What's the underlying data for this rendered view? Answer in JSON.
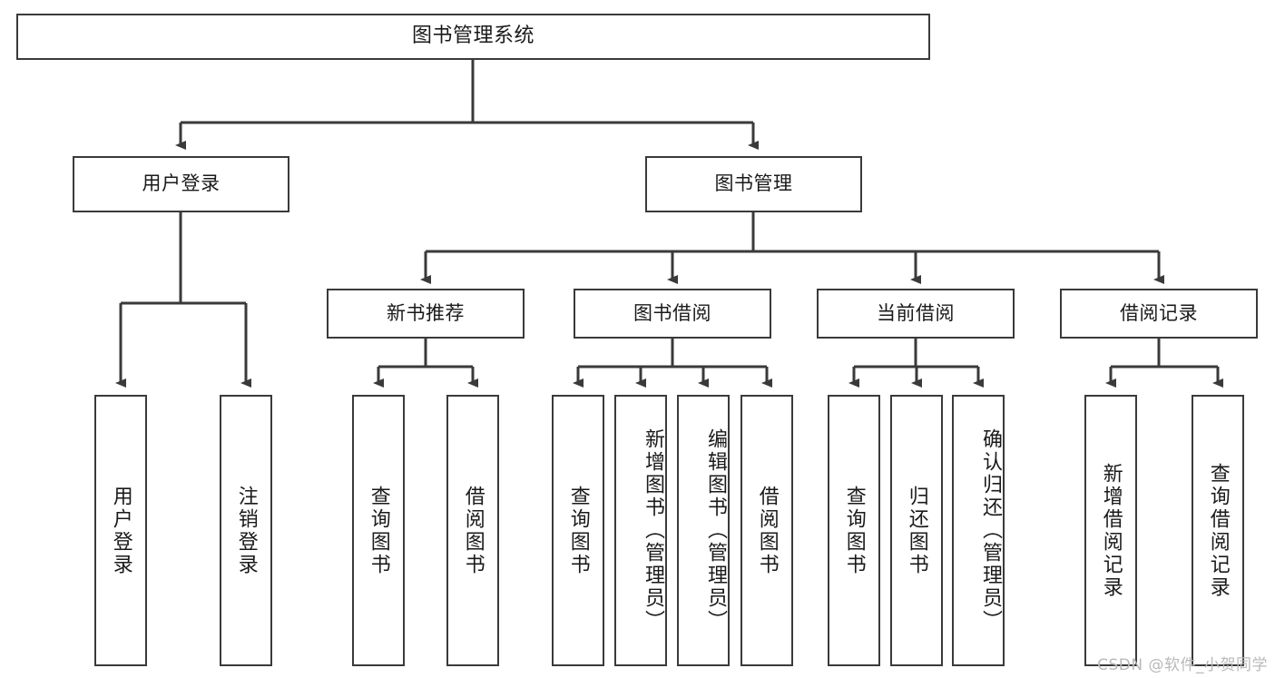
{
  "diagram": {
    "title": "图书管理系统",
    "type": "tree-hierarchy",
    "watermark": "CSDN @软件_小贺同学",
    "colors": {
      "stroke": "#3a3a3a",
      "fill": "#ffffff",
      "text": "#1a1a1a",
      "watermark": "#b9b9b9"
    },
    "levels": {
      "root": "图书管理系统",
      "level2": [
        "用户登录",
        "图书管理"
      ],
      "level3": [
        "新书推荐",
        "图书借阅",
        "当前借阅",
        "借阅记录"
      ]
    }
  },
  "nodes": {
    "root": {
      "label": "图书管理系统"
    },
    "user_login": {
      "label": "用户登录"
    },
    "book_manage": {
      "label": "图书管理"
    },
    "new_book_rec": {
      "label": "新书推荐"
    },
    "book_borrow": {
      "label": "图书借阅"
    },
    "current_borrow": {
      "label": "当前借阅"
    },
    "borrow_record": {
      "label": "借阅记录"
    },
    "leaf_user_login": {
      "label": "用户登录"
    },
    "leaf_logout": {
      "label": "注销登录"
    },
    "leaf_query_book_1": {
      "label": "查询图书"
    },
    "leaf_borrow_book_1": {
      "label": "借阅图书"
    },
    "leaf_query_book_2": {
      "label": "查询图书"
    },
    "leaf_add_book": {
      "label": "新增图书（管理员）"
    },
    "leaf_edit_book": {
      "label": "编辑图书（管理员）"
    },
    "leaf_borrow_book_2": {
      "label": "借阅图书"
    },
    "leaf_query_book_3": {
      "label": "查询图书"
    },
    "leaf_return_book": {
      "label": "归还图书"
    },
    "leaf_confirm_return": {
      "label": "确认归还（管理员）"
    },
    "leaf_add_record": {
      "label": "新增借阅记录"
    },
    "leaf_query_record": {
      "label": "查询借阅记录"
    }
  },
  "edges": [
    {
      "from": "root",
      "to": "user_login"
    },
    {
      "from": "root",
      "to": "book_manage"
    },
    {
      "from": "user_login",
      "to": "leaf_user_login"
    },
    {
      "from": "user_login",
      "to": "leaf_logout"
    },
    {
      "from": "book_manage",
      "to": "new_book_rec"
    },
    {
      "from": "book_manage",
      "to": "book_borrow"
    },
    {
      "from": "book_manage",
      "to": "current_borrow"
    },
    {
      "from": "book_manage",
      "to": "borrow_record"
    },
    {
      "from": "new_book_rec",
      "to": "leaf_query_book_1"
    },
    {
      "from": "new_book_rec",
      "to": "leaf_borrow_book_1"
    },
    {
      "from": "book_borrow",
      "to": "leaf_query_book_2"
    },
    {
      "from": "book_borrow",
      "to": "leaf_add_book"
    },
    {
      "from": "book_borrow",
      "to": "leaf_edit_book"
    },
    {
      "from": "book_borrow",
      "to": "leaf_borrow_book_2"
    },
    {
      "from": "current_borrow",
      "to": "leaf_query_book_3"
    },
    {
      "from": "current_borrow",
      "to": "leaf_return_book"
    },
    {
      "from": "current_borrow",
      "to": "leaf_confirm_return"
    },
    {
      "from": "borrow_record",
      "to": "leaf_add_record"
    },
    {
      "from": "borrow_record",
      "to": "leaf_query_record"
    }
  ]
}
